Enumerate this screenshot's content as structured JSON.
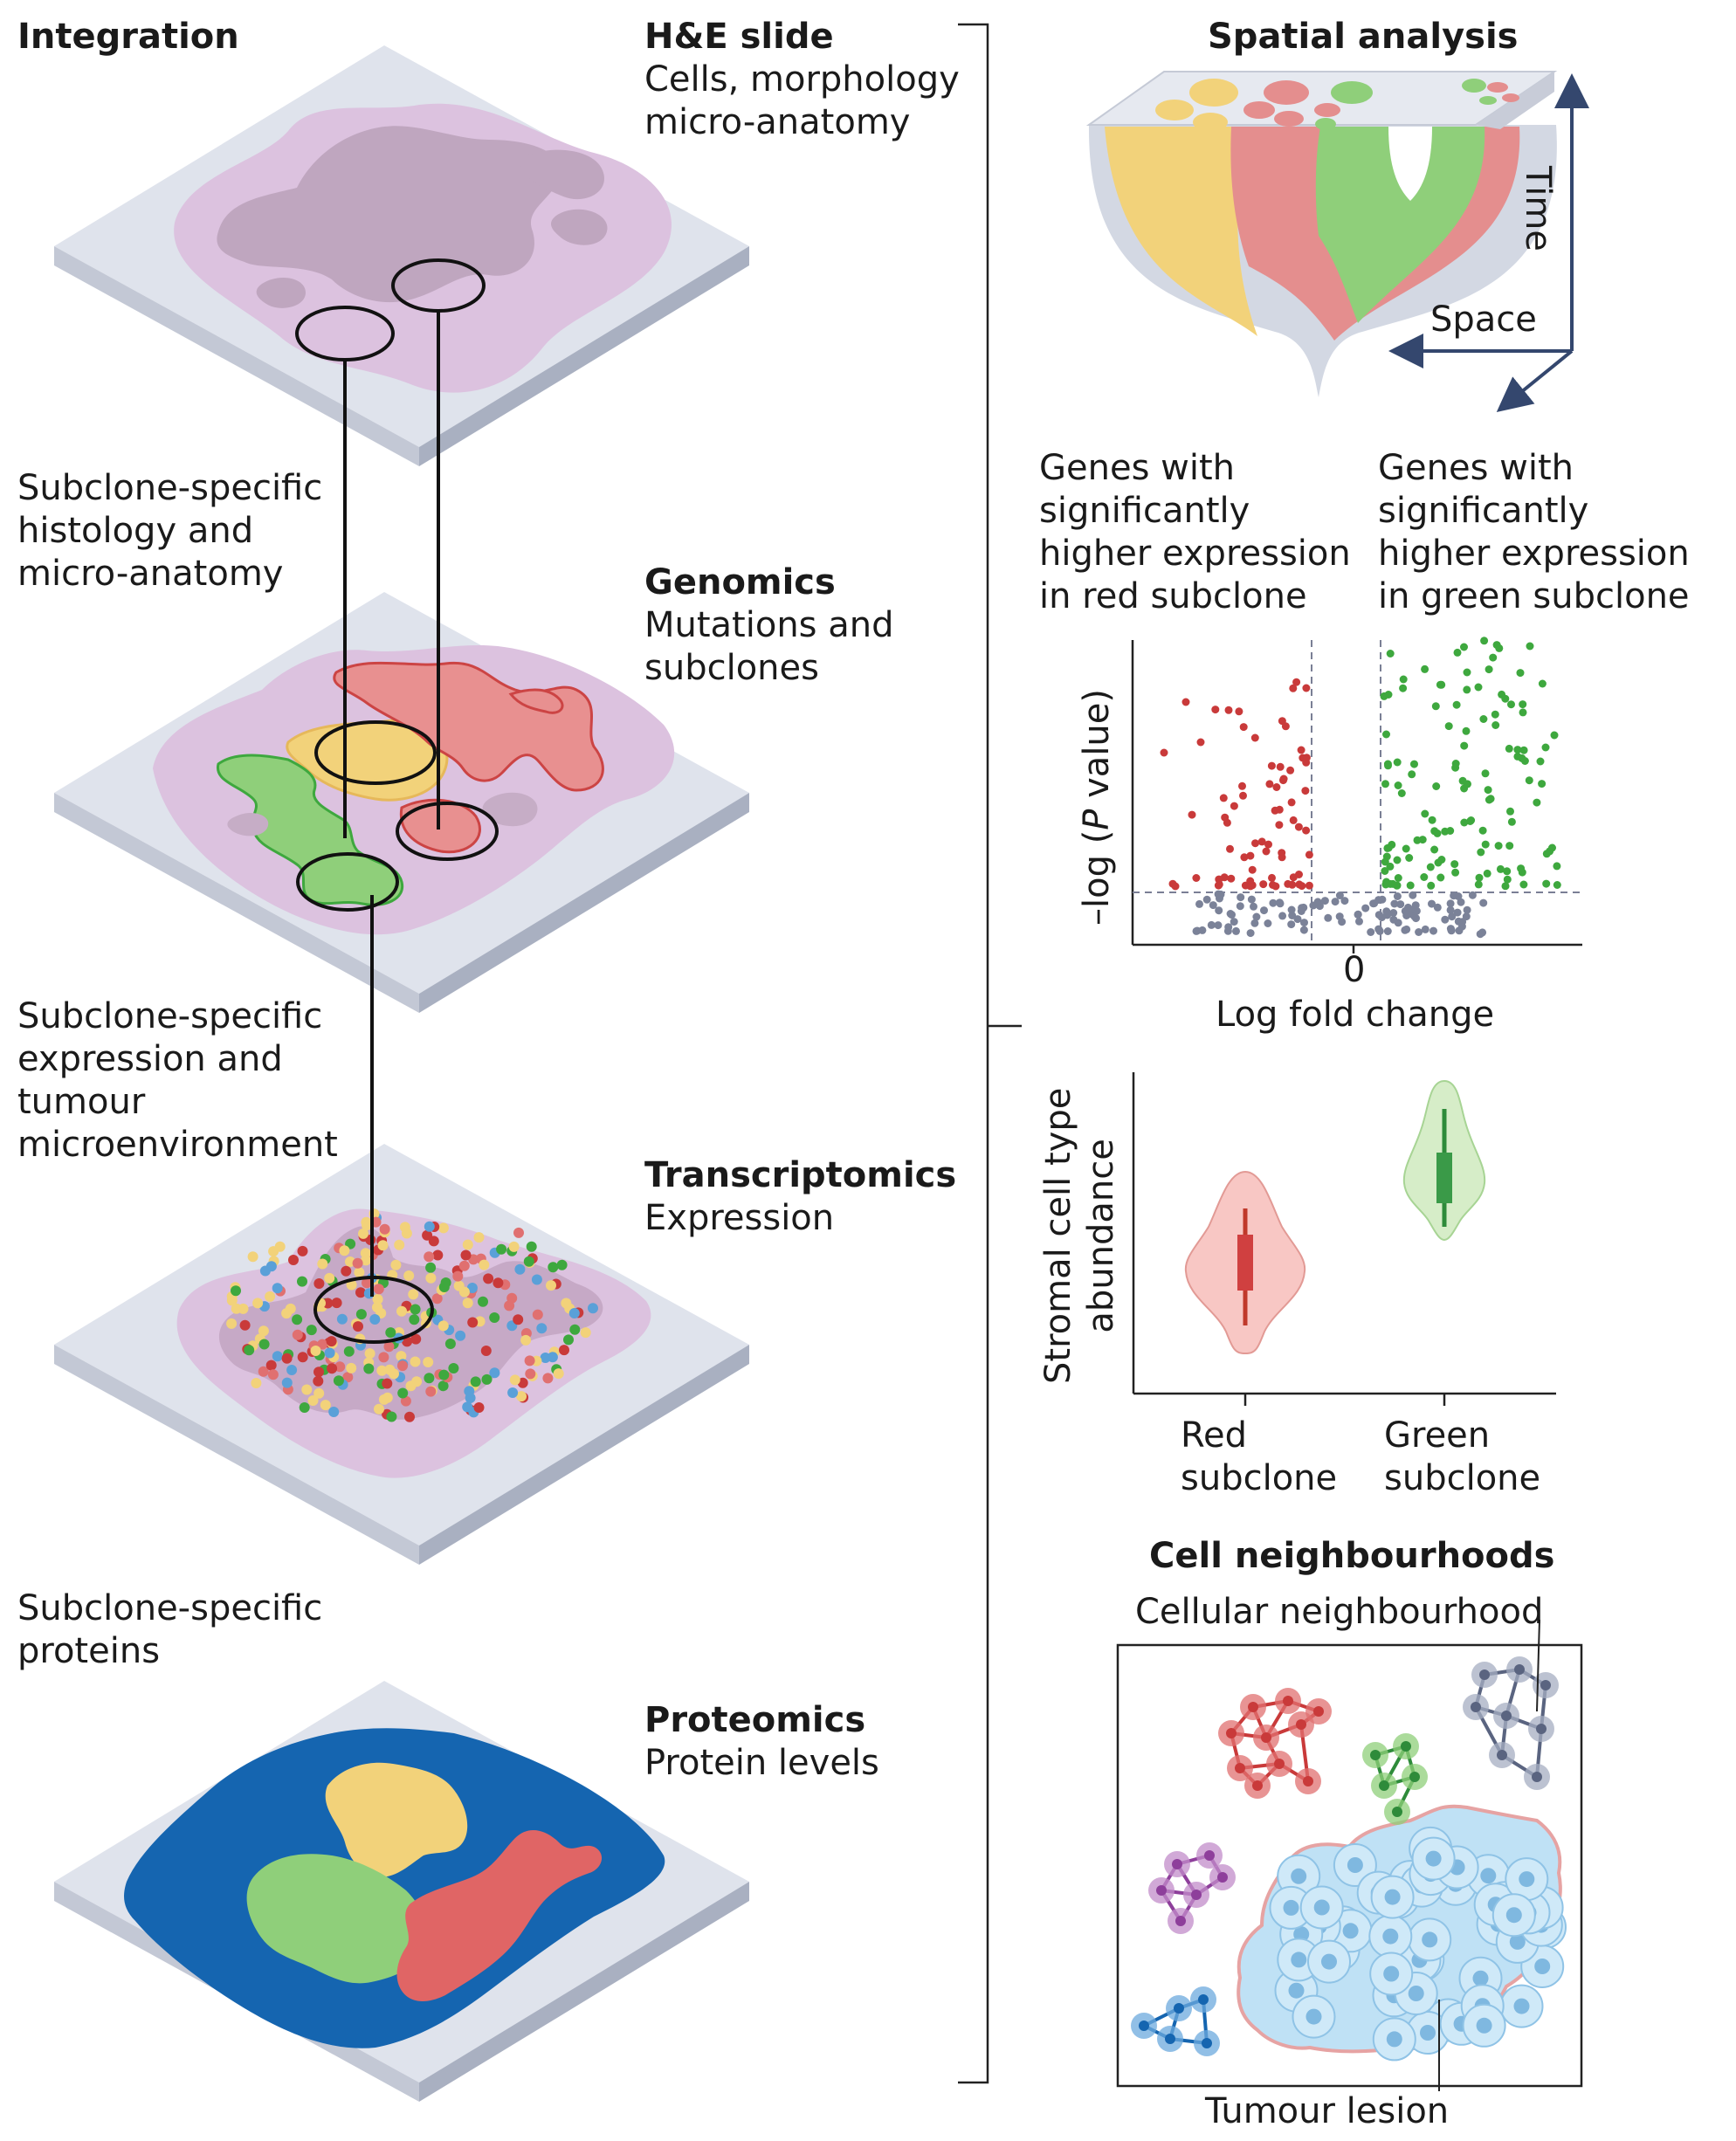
{
  "integration": {
    "title": "Integration",
    "left_notes": [
      [
        "Subclone-specific",
        "histology and",
        "micro-anatomy"
      ],
      [
        "Subclone-specific",
        "expression and",
        "tumour",
        "microenvironment"
      ],
      [
        "Subclone-specific",
        "proteins"
      ]
    ],
    "layers": [
      {
        "title": "H&E slide",
        "lines": [
          "Cells, morphology",
          "micro-anatomy"
        ]
      },
      {
        "title": "Genomics",
        "lines": [
          "Mutations and",
          "subclones"
        ]
      },
      {
        "title": "Transcriptomics",
        "lines": [
          "Expression"
        ]
      },
      {
        "title": "Proteomics",
        "lines": [
          "Protein levels"
        ]
      }
    ]
  },
  "spatial": {
    "title": "Spatial analysis",
    "time_label": "Time",
    "space_label": "Space"
  },
  "volcano": {
    "left_header": [
      "Genes with",
      "significantly",
      "higher expression",
      "in red subclone"
    ],
    "right_header": [
      "Genes with",
      "significantly",
      "higher expression",
      "in green subclone"
    ],
    "ylabel_pre": "–log (",
    "ylabel_italic": "P",
    "ylabel_post": " value)",
    "xlabel": "Log fold change",
    "zero_tick": "0"
  },
  "violin": {
    "ylabel": [
      "Stromal cell type",
      "abundance"
    ],
    "categories": [
      [
        "Red",
        "subclone"
      ],
      [
        "Green",
        "subclone"
      ]
    ]
  },
  "neighbourhoods": {
    "title": "Cell neighbourhoods",
    "top_label": "Cellular neighbourhood",
    "bottom_label": "Tumour lesion"
  },
  "colors": {
    "red": "#e07070",
    "red_dark": "#c93a3a",
    "green": "#8fcf7a",
    "green_dark": "#3ea83e",
    "yellow": "#f2d27a",
    "purple": "#d9b8db",
    "grey_blue": "#7b8298",
    "blue": "#1565b0",
    "light_blue": "#b9dcf2",
    "navy": "#34476e"
  }
}
